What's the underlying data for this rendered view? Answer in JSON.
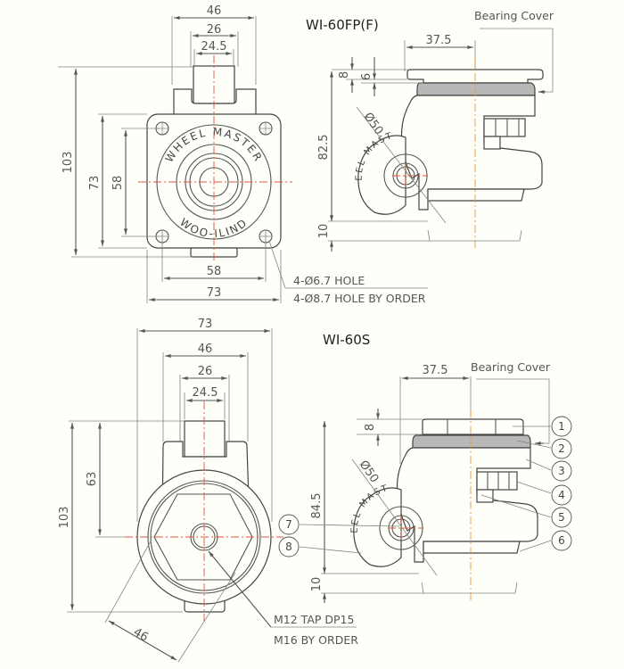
{
  "drawings": [
    {
      "model": "WI-60FP(F)",
      "bearing_cover_label": "Bearing Cover",
      "front_view": {
        "top_dims": [
          "46",
          "26",
          "24.5"
        ],
        "vertical_dims": [
          "103",
          "73",
          "58"
        ],
        "bottom_dims": [
          "58",
          "73"
        ],
        "plate_logo_top": "WHEEL MASTER",
        "plate_logo_bottom": "WOO-ILIND",
        "hole_notes": [
          "4-Ø6.7 HOLE",
          "4-Ø8.7 HOLE BY ORDER"
        ]
      },
      "side_view": {
        "offset_dim": "37.5",
        "plate_dims": [
          "8",
          "6"
        ],
        "height_dim": "82.5",
        "wheel_dia": "Ø50",
        "clearance_dim": "10",
        "wheel_logo": "WHEEL MASTER"
      }
    },
    {
      "model": "WI-60S",
      "bearing_cover_label": "Bearing Cover",
      "front_view": {
        "top_dims": [
          "73",
          "46",
          "26",
          "24.5"
        ],
        "vertical_dims": [
          "103",
          "63"
        ],
        "diag_dim": "46",
        "tap_notes": [
          "M12 TAP DP15",
          "M16 BY ORDER"
        ]
      },
      "side_view": {
        "offset_dim": "37.5",
        "nut_dim": "8",
        "height_dim": "84.5",
        "wheel_dia": "Ø50",
        "clearance_dim": "10",
        "wheel_logo": "WHEEL MASTER",
        "part_callouts": [
          "1",
          "2",
          "3",
          "4",
          "5",
          "6",
          "7",
          "8"
        ]
      }
    }
  ]
}
